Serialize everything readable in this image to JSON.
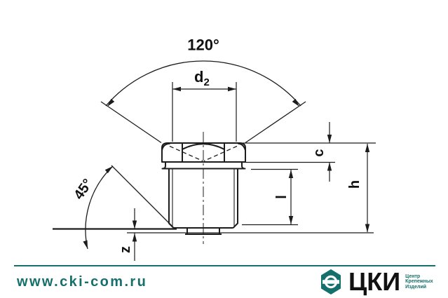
{
  "colors": {
    "accent": "#156f6a",
    "line": "#1c1c1c",
    "text": "#111111",
    "background": "#ffffff"
  },
  "drawing": {
    "labels": {
      "angle_top": "120°",
      "d2_base": "d",
      "d2_sub": "2",
      "c": "c",
      "l": "l",
      "h": "h",
      "z": "z",
      "angle_side": "45°"
    }
  },
  "footer": {
    "website": "www.cki-com.ru",
    "logo_text": "ЦКИ",
    "logo_tagline": [
      "Центр",
      "Крепежных",
      "Изделий"
    ]
  }
}
